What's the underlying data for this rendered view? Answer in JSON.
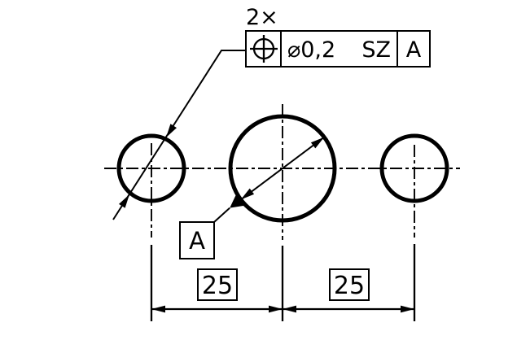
{
  "drawing": {
    "background_color": "#ffffff",
    "line_color": "#000000",
    "pattern_count_label": "2×",
    "feature_control_frame": {
      "geometry_symbol_icon": "position-symbol",
      "tolerance_value": "⌀0,2",
      "zone_modifier": "SZ",
      "datum_reference": "A"
    },
    "datum_feature_label": "A",
    "basic_dimensions": [
      {
        "value": "25"
      },
      {
        "value": "25"
      }
    ]
  }
}
